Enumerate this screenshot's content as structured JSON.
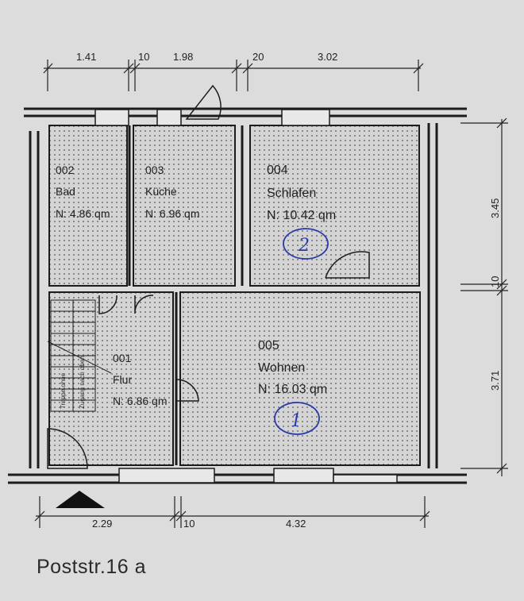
{
  "dimensions": {
    "top": [
      "1.41",
      "10",
      "1.98",
      "20",
      "3.02"
    ],
    "bottom": [
      "2.29",
      "10",
      "4.32"
    ],
    "right": [
      "3.45",
      "10",
      "3.71"
    ]
  },
  "rooms": [
    {
      "number": "002",
      "name": "Bad",
      "area": "N: 4.86 qm"
    },
    {
      "number": "003",
      "name": "Küche",
      "area": "N: 6.96 qm"
    },
    {
      "number": "004",
      "name": "Schlafen",
      "area": "N: 10.42 qm"
    },
    {
      "number": "001",
      "name": "Flur",
      "area": "N: 6.86 qm"
    },
    {
      "number": "005",
      "name": "Wohnen",
      "area": "N: 16.03 qm"
    }
  ],
  "stair_text": [
    "Treppe ohne",
    "Zugang nach oben"
  ],
  "handwritten": [
    "2",
    "1"
  ],
  "address": "Poststr.16 a",
  "colors": {
    "wall": "#1c1c1c",
    "paper": "#dcdcdc",
    "pen": "#2a3aa8"
  }
}
